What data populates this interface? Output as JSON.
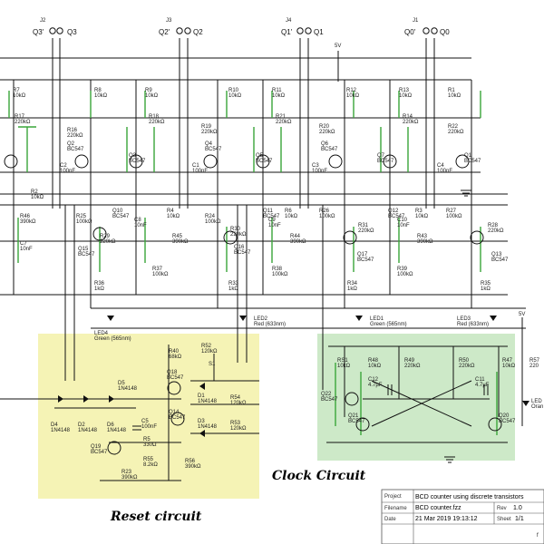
{
  "regions": {
    "reset": {
      "label": "Reset circuit",
      "fill": "#f5f3b5"
    },
    "clock": {
      "label": "Clock Circuit",
      "fill": "#cde9c8"
    }
  },
  "top_refs": [
    {
      "id": "J2",
      "pin_a": "Q3'",
      "pin_b": "Q3"
    },
    {
      "id": "J3",
      "pin_a": "Q2'",
      "pin_b": "Q2"
    },
    {
      "id": "J4",
      "pin_a": "Q1'",
      "pin_b": "Q1"
    },
    {
      "id": "J1",
      "pin_a": "Q0'",
      "pin_b": "Q0"
    }
  ],
  "supply_labels": [
    "5V",
    "5V"
  ],
  "components": [
    {
      "ref": "R7",
      "val": "10kΩ"
    },
    {
      "ref": "R8",
      "val": "10kΩ"
    },
    {
      "ref": "R9",
      "val": "10kΩ"
    },
    {
      "ref": "R10",
      "val": "10kΩ"
    },
    {
      "ref": "R11",
      "val": "10kΩ"
    },
    {
      "ref": "R12",
      "val": "10kΩ"
    },
    {
      "ref": "R13",
      "val": "10kΩ"
    },
    {
      "ref": "R1",
      "val": "10kΩ"
    },
    {
      "ref": "R17",
      "val": "220kΩ"
    },
    {
      "ref": "R16",
      "val": "220kΩ"
    },
    {
      "ref": "R18",
      "val": "220kΩ"
    },
    {
      "ref": "R19",
      "val": "220kΩ"
    },
    {
      "ref": "R21",
      "val": "220kΩ"
    },
    {
      "ref": "R20",
      "val": "220kΩ"
    },
    {
      "ref": "R14",
      "val": "220kΩ"
    },
    {
      "ref": "R22",
      "val": "220kΩ"
    },
    {
      "ref": "Q2",
      "val": "BC547"
    },
    {
      "ref": "Q3",
      "val": "BC547"
    },
    {
      "ref": "Q4",
      "val": "BC547"
    },
    {
      "ref": "Q5",
      "val": "BC547"
    },
    {
      "ref": "Q6",
      "val": "BC547"
    },
    {
      "ref": "Q7",
      "val": "BC547"
    },
    {
      "ref": "Q1",
      "val": "BC547"
    },
    {
      "ref": "C2",
      "val": "100nF"
    },
    {
      "ref": "C1",
      "val": "100nF"
    },
    {
      "ref": "C3",
      "val": "100nF"
    },
    {
      "ref": "C4",
      "val": "100nF"
    },
    {
      "ref": "R2",
      "val": "10kΩ"
    },
    {
      "ref": "R25",
      "val": "100kΩ"
    },
    {
      "ref": "Q10",
      "val": "BC547"
    },
    {
      "ref": "R4",
      "val": "10kΩ"
    },
    {
      "ref": "R24",
      "val": "100kΩ"
    },
    {
      "ref": "Q11",
      "val": "BC547"
    },
    {
      "ref": "R6",
      "val": "10kΩ"
    },
    {
      "ref": "R26",
      "val": "100kΩ"
    },
    {
      "ref": "Q12",
      "val": "BC547"
    },
    {
      "ref": "R3",
      "val": "10kΩ"
    },
    {
      "ref": "R27",
      "val": "100kΩ"
    },
    {
      "ref": "R46",
      "val": "390kΩ"
    },
    {
      "ref": "R45",
      "val": "390kΩ"
    },
    {
      "ref": "R44",
      "val": "390kΩ"
    },
    {
      "ref": "R43",
      "val": "390kΩ"
    },
    {
      "ref": "R29",
      "val": "220kΩ"
    },
    {
      "ref": "R30",
      "val": "220kΩ"
    },
    {
      "ref": "R31",
      "val": "220kΩ"
    },
    {
      "ref": "R28",
      "val": "220kΩ"
    },
    {
      "ref": "C7",
      "val": "10nF"
    },
    {
      "ref": "C8",
      "val": "10nF"
    },
    {
      "ref": "C9",
      "val": "10nF"
    },
    {
      "ref": "C10",
      "val": "10nF"
    },
    {
      "ref": "Q15",
      "val": "BC547"
    },
    {
      "ref": "Q16",
      "val": "BC547"
    },
    {
      "ref": "Q17",
      "val": "BC547"
    },
    {
      "ref": "Q13",
      "val": "BC547"
    },
    {
      "ref": "R37",
      "val": "100kΩ"
    },
    {
      "ref": "R38",
      "val": "100kΩ"
    },
    {
      "ref": "R39",
      "val": "100kΩ"
    },
    {
      "ref": "R36",
      "val": "1kΩ"
    },
    {
      "ref": "R33",
      "val": "1kΩ"
    },
    {
      "ref": "R34",
      "val": "1kΩ"
    },
    {
      "ref": "R35",
      "val": "1kΩ"
    },
    {
      "ref": "LED4",
      "val": "Green (565nm)"
    },
    {
      "ref": "LED2",
      "val": "Red (633nm)"
    },
    {
      "ref": "LED1",
      "val": "Green (565nm)"
    },
    {
      "ref": "LED3",
      "val": "Red (633nm)"
    },
    {
      "ref": "R40",
      "val": "68kΩ"
    },
    {
      "ref": "R52",
      "val": "120kΩ"
    },
    {
      "ref": "S1",
      "val": ""
    },
    {
      "ref": "Q18",
      "val": "BC547"
    },
    {
      "ref": "D1",
      "val": "1N4148"
    },
    {
      "ref": "R54",
      "val": "120kΩ"
    },
    {
      "ref": "Q14",
      "val": "BC547"
    },
    {
      "ref": "D3",
      "val": "1N4148"
    },
    {
      "ref": "R53",
      "val": "120kΩ"
    },
    {
      "ref": "D5",
      "val": "1N4148"
    },
    {
      "ref": "C5",
      "val": "100nF"
    },
    {
      "ref": "D4",
      "val": "1N4148"
    },
    {
      "ref": "D2",
      "val": "1N4148"
    },
    {
      "ref": "D6",
      "val": "1N4148"
    },
    {
      "ref": "R5",
      "val": "330Ω"
    },
    {
      "ref": "Q19",
      "val": "BC547"
    },
    {
      "ref": "R55",
      "val": "8.2kΩ"
    },
    {
      "ref": "R56",
      "val": "390kΩ"
    },
    {
      "ref": "R23",
      "val": "390kΩ"
    },
    {
      "ref": "RS1",
      "val": "10kΩ"
    },
    {
      "ref": "R48",
      "val": "10kΩ"
    },
    {
      "ref": "R49",
      "val": "220kΩ"
    },
    {
      "ref": "R50",
      "val": "220kΩ"
    },
    {
      "ref": "R47",
      "val": "10kΩ"
    },
    {
      "ref": "C12",
      "val": "4.7µF"
    },
    {
      "ref": "C11",
      "val": "4.7µF"
    },
    {
      "ref": "Q22",
      "val": "BC547"
    },
    {
      "ref": "Q21",
      "val": "BC547"
    },
    {
      "ref": "Q20",
      "val": "BC547"
    },
    {
      "ref": "R57",
      "val": "220"
    },
    {
      "ref": "LED",
      "val": "Oran"
    }
  ],
  "title_block": {
    "project_label": "Project",
    "project": "BCD counter using discrete transistors",
    "filename_label": "Filename",
    "filename": "BCD counter.fzz",
    "rev_label": "Rev",
    "rev": "1.0",
    "date_label": "Date",
    "date": "21 Mar 2019 19:13:12",
    "sheet_label": "Sheet",
    "sheet": "1/1"
  },
  "stray_mark": "f"
}
